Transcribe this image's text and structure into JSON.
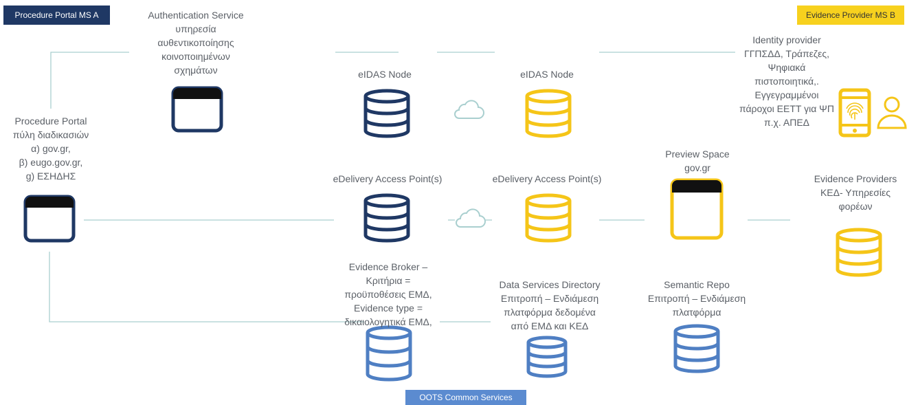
{
  "tags": {
    "ms_a": "Procedure Portal MS A",
    "ms_b": "Evidence Provider MS B",
    "oots": "OOTS Common Services"
  },
  "labels": {
    "auth_service": [
      "Authentication Service",
      "υπηρεσία",
      "αυθεντικοποίησης",
      "κοινοποιημένων",
      "σχημάτων"
    ],
    "procedure_portal": [
      "Procedure Portal",
      "πύλη διαδικασιών",
      "α) gov.gr,",
      "β) eugo.gov.gr,",
      "g) ΕΣΗΔΗΣ"
    ],
    "eidas_a": "eIDAS Node",
    "eidas_b": "eIDAS Node",
    "identity_provider": [
      "Identity provider",
      "ΓΓΠΣΔΔ, Τράπεζες,",
      "Ψηφιακά",
      "πιστοποιητικά,.",
      "Εγγεγραμμένοι",
      "πάροχοι ΕΕΤΤ για ΨΠ",
      "π.χ. ΑΠΕΔ"
    ],
    "edelivery_a": "eDelivery Access Point(s)",
    "edelivery_b": "eDelivery Access Point(s)",
    "preview_space": [
      "Preview Space",
      "gov.gr"
    ],
    "evidence_providers": [
      "Evidence Providers",
      "ΚΕΔ- Υπηρεσίες",
      "φορέων"
    ],
    "evidence_broker": [
      "Evidence Broker –",
      "Κριτήρια =",
      "προϋποθέσεις ΕΜΔ,",
      "Evidence type =",
      "δικαιολογητικά ΕΜΔ,"
    ],
    "data_services": [
      "Data Services Directory",
      "Επιτροπή – Ενδιάμεση",
      "πλατφόρμα δεδομένα",
      "από ΕΜΔ και ΚΕΔ"
    ],
    "semantic_repo": [
      "Semantic Repo",
      "Επιτροπή – Ενδιάμεση",
      "πλατφόρμα"
    ]
  },
  "colors": {
    "navy": "#1f3864",
    "yellow": "#f5c518",
    "blue": "#4f7fc3",
    "line": "#a9cfcf",
    "tag_navy": "#1f3864",
    "tag_yellow": "#f7d11e",
    "tag_blue": "#5b8bd0"
  },
  "icons": {
    "database": "database-icon",
    "window": "browser-window-icon",
    "cloud": "cloud-icon",
    "phone": "smartphone-fingerprint-icon",
    "user": "user-icon"
  }
}
